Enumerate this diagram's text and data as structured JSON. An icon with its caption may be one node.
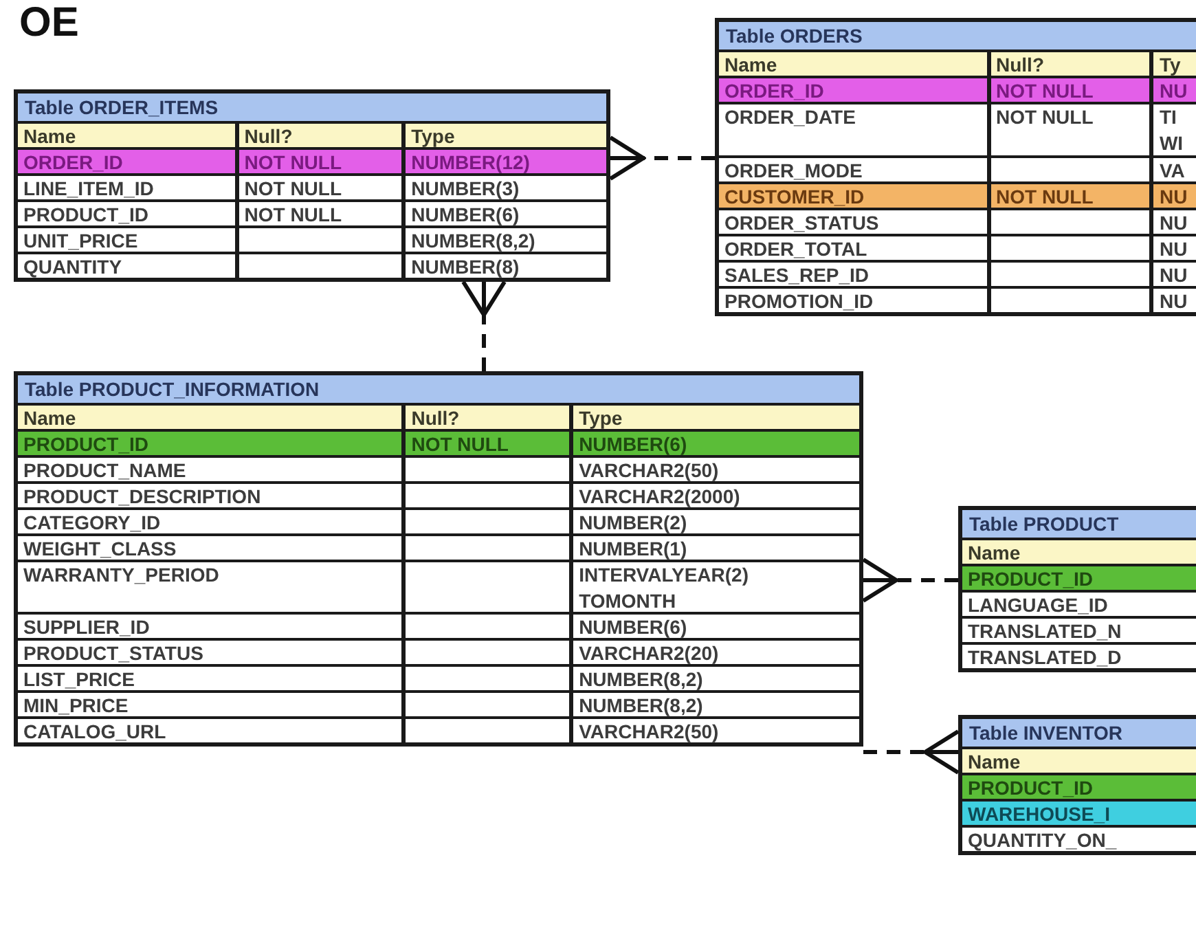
{
  "diagram": {
    "nodes": [
      {
        "text": [
          "Table ORDER_ITEMS",
          "Name",
          "Null?",
          "Type",
          "ORDER_ID",
          "NOT NULL",
          "NUMBER(12)",
          "LINE_ITEM_ID",
          "NOT NULL",
          "NUMBER(3)",
          "PRODUCT_ID",
          "NOT NULL",
          "NUMBER(6)",
          "UNIT_PRICE",
          "NUMBER(8,2)",
          "QUANTITY",
          "NUMBER(8)"
        ]
      },
      {
        "text": [
          "Table ORDERS",
          "Name",
          "Null?",
          "Ty",
          "ORDER_ID",
          "NOT NULL",
          "NU",
          "ORDER_DATE",
          "NOT NULL",
          "TI WI",
          "ORDER_MODE",
          "VA",
          "CUSTOMER_ID",
          "NOT NULL",
          "NU",
          "ORDER_STATUS",
          "NU",
          "ORDER_TOTAL",
          "NU",
          "SALES_REP_ID",
          "NU",
          "PROMOTION_ID",
          "NU"
        ]
      },
      {
        "text": [
          "Table PRODUCT_INFORMATION",
          "Name",
          "Null?",
          "Type",
          "PRODUCT_ID",
          "NOT NULL",
          "NUMBER(6)",
          "PRODUCT_NAME",
          "VARCHAR2(50)",
          "PRODUCT_DESCRIPTION",
          "VARCHAR2(2000)",
          "CATEGORY_ID",
          "NUMBER(2)",
          "WEIGHT_CLASS",
          "NUMBER(1)",
          "WARRANTY_PERIOD",
          "INTERVALYEAR(2) TOMONTH",
          "SUPPLIER_ID",
          "NUMBER(6)",
          "PRODUCT_STATUS",
          "VARCHAR2(20)",
          "LIST_PRICE",
          "NUMBER(8,2)",
          "MIN_PRICE",
          "NUMBER(8,2)",
          "CATALOG_URL",
          "VARCHAR2(50)"
        ]
      },
      {
        "text": [
          "Table PRODUCT",
          "Name",
          "PRODUCT_ID",
          "LANGUAGE_ID",
          "TRANSLATED_N",
          "TRANSLATED_D"
        ]
      },
      {
        "text": [
          "Table INVENTOR",
          "Name",
          "PRODUCT_ID",
          "WAREHOUSE_I",
          "QUANTITY_ON_"
        ]
      }
    ],
    "edges": [
      {
        "from": 1,
        "to": 0,
        "arrow": "other",
        "style": "dashed"
      },
      {
        "from": 2,
        "to": 0,
        "arrow": "other",
        "style": "dashed"
      },
      {
        "from": 3,
        "to": 2,
        "arrow": "other",
        "style": "dashed"
      },
      {
        "from": 2,
        "to": 4,
        "arrow": "other",
        "style": "dashed"
      }
    ],
    "labels": [
      "OE"
    ]
  }
}
